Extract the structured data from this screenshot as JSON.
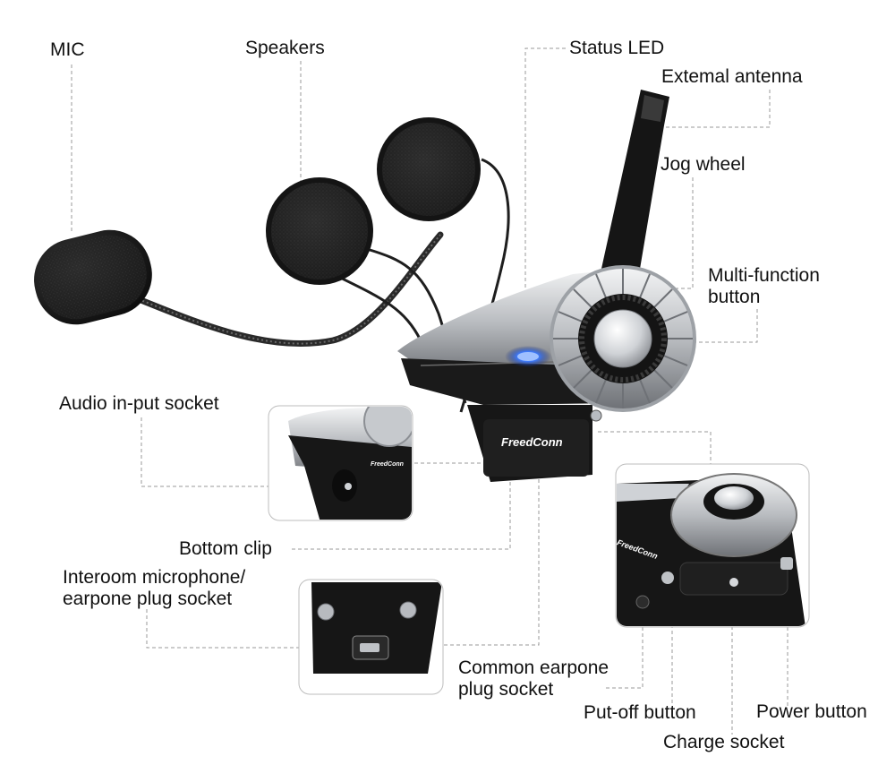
{
  "labels": {
    "mic": "MIC",
    "speakers": "Speakers",
    "status_led": "Status LED",
    "external_antenna": "Extemal antenna",
    "jog_wheel": "Jog wheel",
    "multi_function_line1": "Multi-function",
    "multi_function_line2": "button",
    "audio_input": "Audio in-put socket",
    "bottom_clip": "Bottom clip",
    "intercom_line1": "Interoom microphone/",
    "intercom_line2": "earpone plug socket",
    "common_earpone_line1": "Common earpone",
    "common_earpone_line2": "plug socket",
    "put_off": "Put-off button",
    "power": "Power button",
    "charge": "Charge socket"
  },
  "brand": {
    "logo_main": "FreedConn",
    "logo_small": "FreedConn"
  },
  "colors": {
    "leader_line": "#9a9a9a",
    "device_body": "#1c1c1c",
    "silver": "#c9ccd0",
    "led": "#2f6bff"
  }
}
